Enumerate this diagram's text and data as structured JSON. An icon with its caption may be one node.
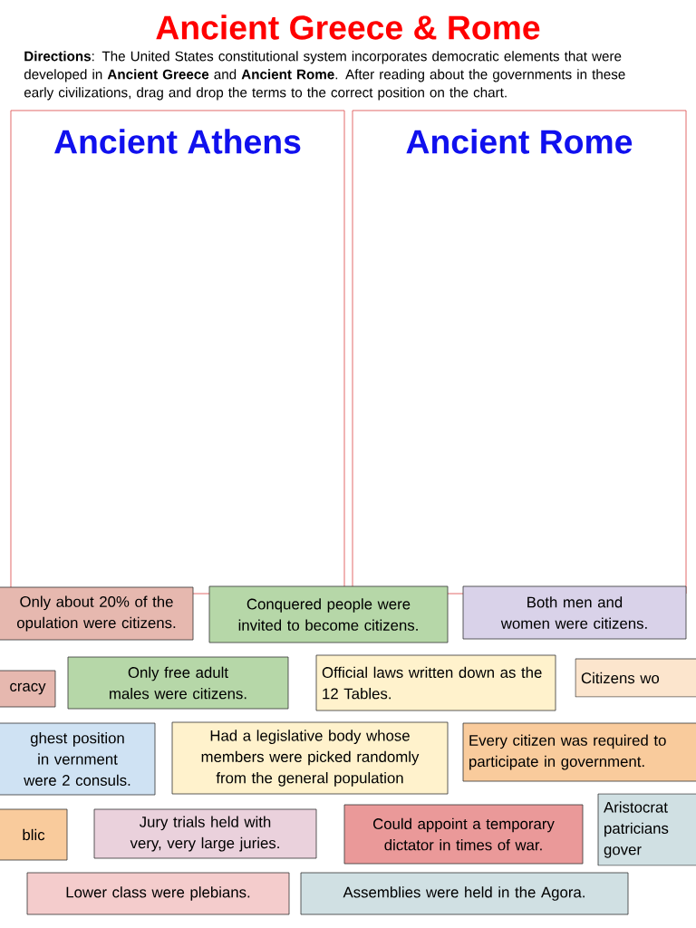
{
  "diagram": {
    "title": "Ancient Greece & Rome",
    "labels": [
      "**Directions**: The United States constitutional system incorporates democratic elements that were developed in **Ancient Greece** and **Ancient Rome**. After reading about the governments in these early civilizations, drag and drop the terms to the correct position on the chart."
    ],
    "nodes": [
      {
        "text": [
          "Ancient Athens"
        ]
      },
      {
        "text": [
          "Ancient Rome"
        ]
      },
      {
        "text": [
          "Only about 20% of the opulation were citizens."
        ]
      },
      {
        "text": [
          "Conquered people were invited to become citizens."
        ]
      },
      {
        "text": [
          "Both men and women were citizens."
        ]
      },
      {
        "text": [
          "cracy"
        ]
      },
      {
        "text": [
          "Only free adult males were citizens."
        ]
      },
      {
        "text": [
          "Official laws written down as the 12 Tables."
        ]
      },
      {
        "text": [
          "Citizens wo"
        ]
      },
      {
        "text": [
          "ghest position in vernment were 2 consuls."
        ]
      },
      {
        "text": [
          "Had a legislative body whose members were picked randomly from the general population"
        ]
      },
      {
        "text": [
          "Every citizen was required to participate in government."
        ]
      },
      {
        "text": [
          "blic"
        ]
      },
      {
        "text": [
          "Jury trials held with very, very large juries."
        ]
      },
      {
        "text": [
          "Could appoint a temporary dictator in times of war."
        ]
      },
      {
        "text": [
          "Aristocrat patricians gover"
        ]
      },
      {
        "text": [
          "Lower class were plebians."
        ]
      },
      {
        "text": [
          "Assemblies were held in the Agora."
        ]
      }
    ]
  }
}
